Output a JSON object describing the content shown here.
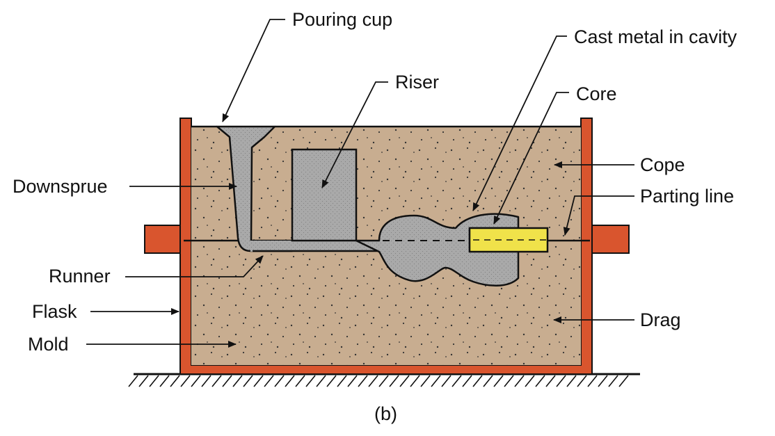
{
  "caption": "(b)",
  "labels": {
    "pouring_cup": "Pouring cup",
    "cast_metal": "Cast metal in cavity",
    "riser": "Riser",
    "core": "Core",
    "cope": "Cope",
    "downsprue": "Downsprue",
    "parting_line": "Parting line",
    "runner": "Runner",
    "flask": "Flask",
    "drag": "Drag",
    "mold": "Mold"
  },
  "colors": {
    "flask": "#d9552e",
    "sand": "#c8ad90",
    "metal": "#a9a9a9",
    "core": "#f0e24a",
    "outline": "#111111"
  }
}
